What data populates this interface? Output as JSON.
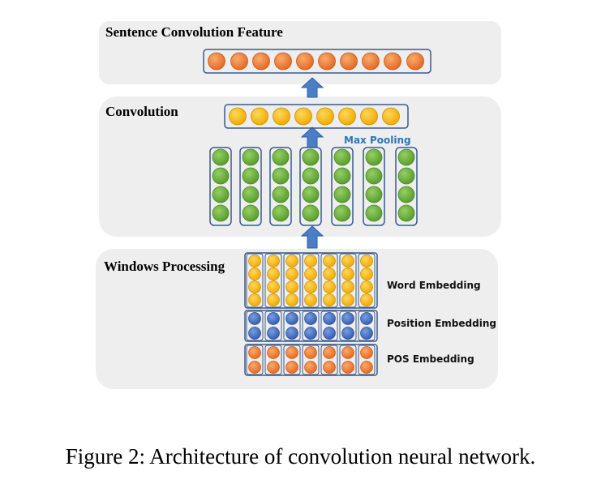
{
  "panels": {
    "feature": {
      "title": "Sentence Convolution  Feature"
    },
    "convolution": {
      "title": "Convolution",
      "pooling_label": "Max Pooling"
    },
    "windows": {
      "title": "Windows Processing",
      "word_label": "Word Embedding",
      "position_label": "Position Embedding",
      "pos_label": "POS Embedding"
    }
  },
  "caption": "Figure 2: Architecture of convolution neural network.",
  "colors": {
    "panel_fill": "#eeeeee",
    "border": "#3a5a8c",
    "orange": "#ee7a32",
    "yellow": "#f7b500",
    "green": "#6aae3c",
    "blue": "#4472c4",
    "arrow": "#4a7fc8"
  }
}
